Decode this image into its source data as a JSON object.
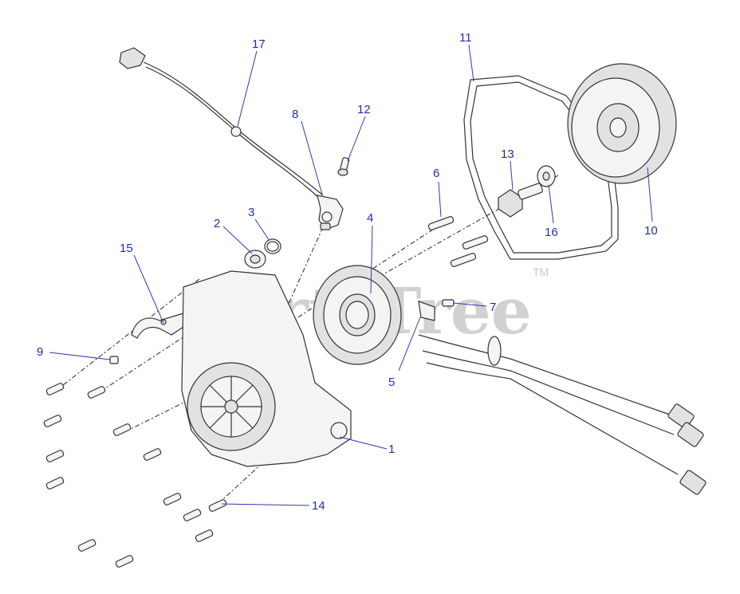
{
  "watermark": {
    "text": "PartsTree",
    "tm": "TM"
  },
  "callouts": {
    "c1": "1",
    "c2": "2",
    "c3": "3",
    "c4": "4",
    "c5": "5",
    "c6": "6",
    "c7": "7",
    "c8": "8",
    "c9": "9",
    "c10": "10",
    "c11": "11",
    "c12": "12",
    "c13": "13",
    "c14": "14",
    "c15": "15",
    "c16": "16",
    "c17": "17"
  }
}
